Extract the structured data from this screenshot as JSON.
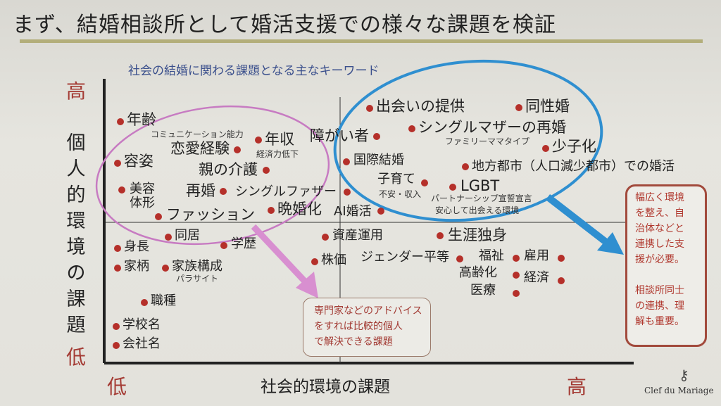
{
  "title": "まず、結婚相談所として婚活支援での様々な課題を検証",
  "subtitle": "社会の結婚に関わる課題となる主なキーワード",
  "y_axis": {
    "label": "個人的環境の課題",
    "high": "高",
    "low": "低"
  },
  "x_axis": {
    "label": "社会的環境の課題",
    "low": "低",
    "high": "高"
  },
  "colors": {
    "dot": "#b5302a",
    "pink_ellipse": "#c77bc2",
    "blue_ellipse": "#2f8fd0",
    "note": "#a23a33"
  },
  "keywords": [
    {
      "label": "年齢"
    },
    {
      "label": "コミュニケーション能力"
    },
    {
      "label": "年収"
    },
    {
      "label": "恋愛経験"
    },
    {
      "label": "経済力低下"
    },
    {
      "label": "容姿"
    },
    {
      "label": "親の介護"
    },
    {
      "label": "美容"
    },
    {
      "label": "体形"
    },
    {
      "label": "再婚"
    },
    {
      "label": "シングルファザー"
    },
    {
      "label": "ファッション"
    },
    {
      "label": "晩婚化"
    },
    {
      "label": "AI婚活"
    },
    {
      "label": "出会いの提供"
    },
    {
      "label": "同性婚"
    },
    {
      "label": "障がい者"
    },
    {
      "label": "シングルマザーの再婚"
    },
    {
      "label": "ファミリーママタイプ"
    },
    {
      "label": "少子化"
    },
    {
      "label": "国際結婚"
    },
    {
      "label": "地方都市（人口減少都市）での婚活"
    },
    {
      "label": "子育て"
    },
    {
      "label": "不安・収入"
    },
    {
      "label": "LGBT"
    },
    {
      "label": "パートナーシップ宣誓宣言"
    },
    {
      "label": "安心して出会える環境"
    },
    {
      "label": "同居"
    },
    {
      "label": "資産運用"
    },
    {
      "label": "生涯独身"
    },
    {
      "label": "身長"
    },
    {
      "label": "学歴"
    },
    {
      "label": "家柄"
    },
    {
      "label": "家族構成"
    },
    {
      "label": "パラサイト"
    },
    {
      "label": "株価"
    },
    {
      "label": "ジェンダー平等"
    },
    {
      "label": "福祉"
    },
    {
      "label": "雇用"
    },
    {
      "label": "高齢化"
    },
    {
      "label": "経済"
    },
    {
      "label": "医療"
    },
    {
      "label": "職種"
    },
    {
      "label": "学校名"
    },
    {
      "label": "会社名"
    }
  ],
  "note": "専門家などのアドバイス\nをすれば比較的個人\nで解決できる課題",
  "side_note": "幅広く環境\nを整え、自\n治体などと\n連携した支\n援が必要。\n\n相談所同士\nの連携、理\n解も重要。",
  "brand": "Clef du Mariage"
}
